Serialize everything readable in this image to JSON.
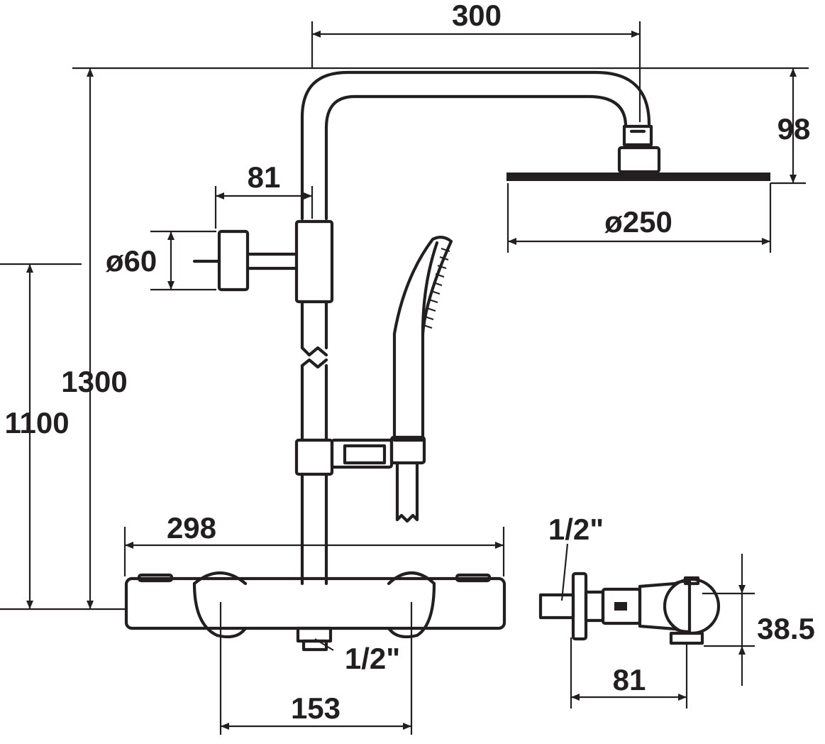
{
  "dimensions": {
    "width_arm": "300",
    "head_height": "98",
    "bar_offset": "81",
    "wall_bracket_dia": "ø60",
    "head_dia": "ø250",
    "total_height": "1300",
    "mixer_height": "1100",
    "mixer_width": "298",
    "inlet_centers": "153",
    "outlet_thread": "1/2\"",
    "inlet_thread": "1/2\"",
    "side_depth": "81",
    "side_height": "38.5"
  },
  "colors": {
    "line": "#231f20",
    "background": "#ffffff"
  }
}
